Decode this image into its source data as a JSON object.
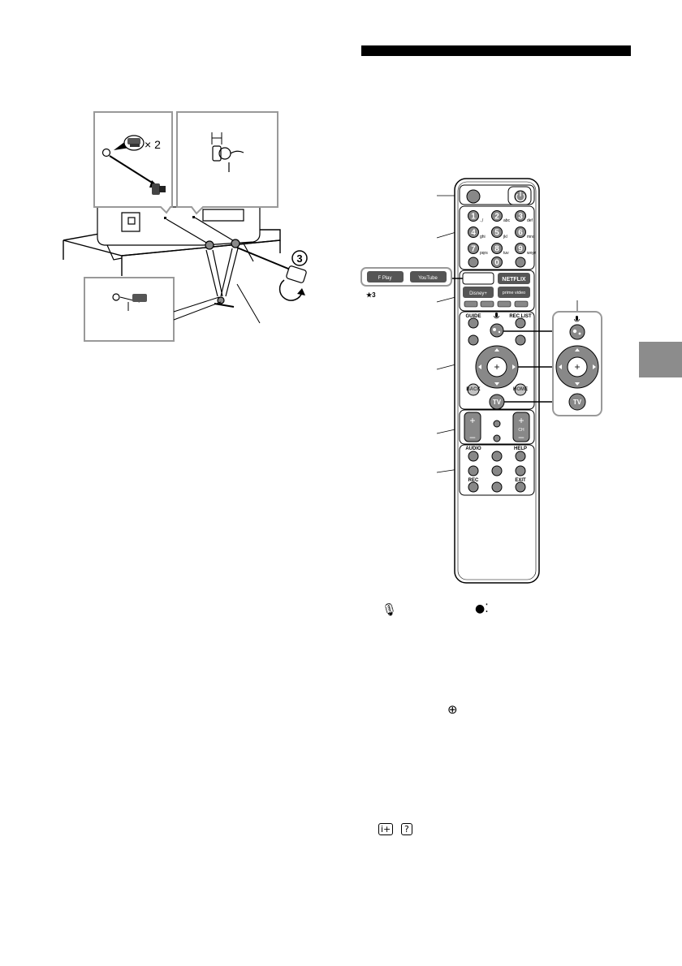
{
  "illustration_left": {
    "callout_screw_qty": "× 2",
    "step_number": "3"
  },
  "remote": {
    "footnote_marker": "★3",
    "side_buttons": [
      "F Play",
      "YouTube"
    ],
    "numpad": [
      {
        "digit": "1",
        "letters": ".,/"
      },
      {
        "digit": "2",
        "letters": "abc"
      },
      {
        "digit": "3",
        "letters": "def"
      },
      {
        "digit": "4",
        "letters": "ghi"
      },
      {
        "digit": "5",
        "letters": "jkl"
      },
      {
        "digit": "6",
        "letters": "mno"
      },
      {
        "digit": "7",
        "letters": "pqrs"
      },
      {
        "digit": "8",
        "letters": "tuv"
      },
      {
        "digit": "9",
        "letters": "wxyz"
      },
      {
        "digit": "0",
        "letters": ""
      }
    ],
    "app_buttons": {
      "netflix": "NETFLIX",
      "disney": "Disney+",
      "prime": "prime video"
    },
    "labels": {
      "guide": "GUIDE",
      "rec_list": "REC LIST",
      "back": "BACK",
      "home": "HOME",
      "tv": "TV",
      "audio": "AUDIO",
      "help": "HELP",
      "rec": "REC",
      "exit": "EXIT",
      "vol_plus": "+",
      "vol_minus": "–",
      "ch_plus": "+",
      "ch_minus": "–",
      "ch": "CH"
    }
  },
  "inline_icons": [
    "microphone-icon",
    "assistant-icon",
    "select-icon",
    "info-icon",
    "help-icon"
  ]
}
